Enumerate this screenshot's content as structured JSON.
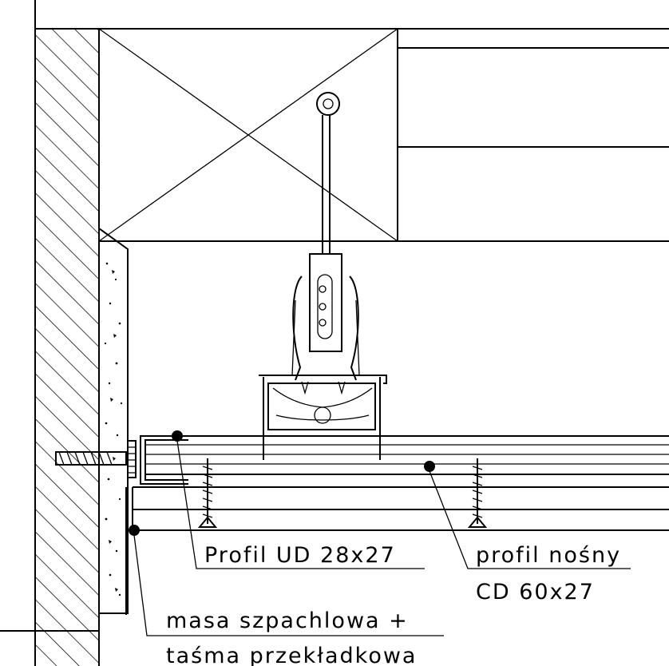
{
  "labels": {
    "profil_ud": "Profil UD 28x27",
    "profil_nosny_line1": "profil nośny",
    "profil_nosny_line2": "CD 60x27",
    "masa_line1": "masa szpachlowa +",
    "masa_line2": "taśma przekładkowa"
  },
  "colors": {
    "line": "#000000",
    "background": "#ffffff"
  }
}
